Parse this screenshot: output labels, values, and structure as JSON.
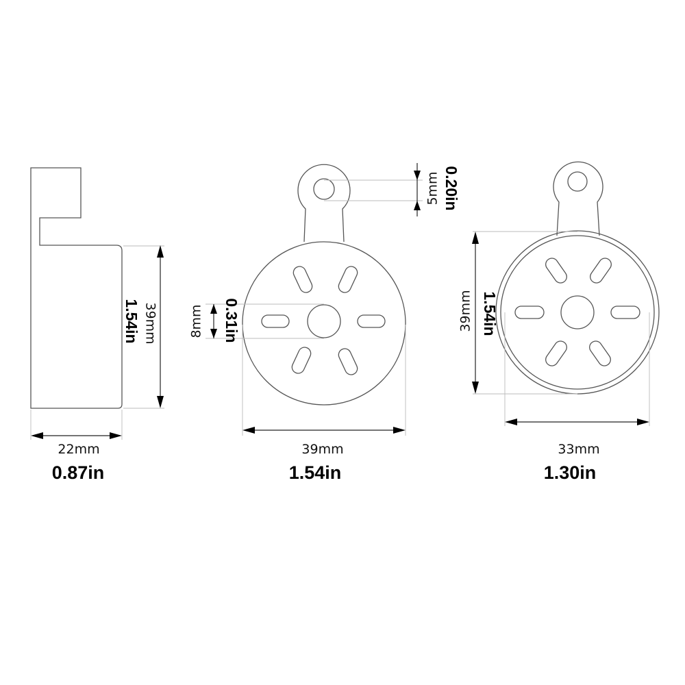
{
  "side_view": {
    "height_mm": "39mm",
    "height_in": "1.54in",
    "width_mm": "22mm",
    "width_in": "0.87in"
  },
  "front_view": {
    "hole_mm": "5mm",
    "hole_in": "0.20in",
    "center_mm": "8mm",
    "center_in": "0.31in",
    "width_mm": "39mm",
    "width_in": "1.54in"
  },
  "back_view": {
    "height_mm": "39mm",
    "height_in": "1.54in",
    "width_mm": "33mm",
    "width_in": "1.30in"
  },
  "colors": {
    "outline": "#555555",
    "dimension": "#222222",
    "arrow": "#000000"
  }
}
